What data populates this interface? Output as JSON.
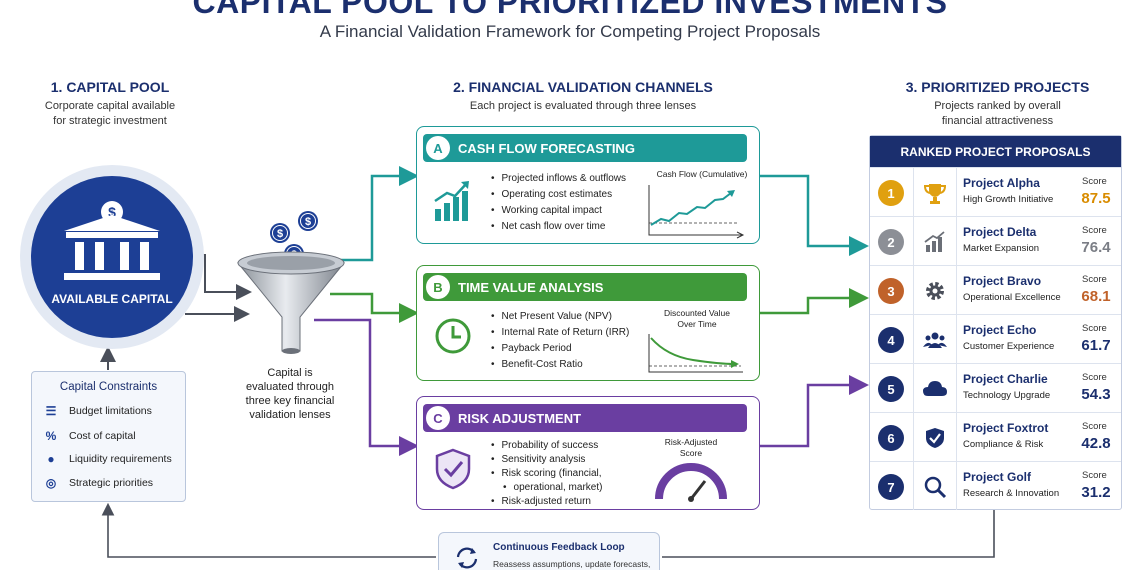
{
  "header": {
    "title": "CAPITAL POOL TO PRIORITIZED INVESTMENTS",
    "subtitle": "A Financial Validation Framework for Competing Project Proposals"
  },
  "pool": {
    "heading": "1. CAPITAL POOL",
    "desc1": "Corporate capital available",
    "desc2": "for strategic investment",
    "circle_label": "AVAILABLE CAPITAL",
    "constraints": {
      "title": "Capital Constraints",
      "items": [
        "Budget limitations",
        "Cost of capital",
        "Liquidity requirements",
        "Strategic priorities"
      ]
    },
    "funnel_caption": [
      "Capital is",
      "evaluated through",
      "three key financial",
      "validation lenses"
    ]
  },
  "channels": {
    "heading": "2. FINANCIAL VALIDATION CHANNELS",
    "desc": "Each project is evaluated through three lenses",
    "cards": [
      {
        "letter": "A",
        "title": "CASH FLOW FORECASTING",
        "color": "#1e9a98",
        "bullets": [
          "Projected inflows & outflows",
          "Operating cost estimates",
          "Working capital impact",
          "Net cash flow over time"
        ],
        "mini_title": "Cash Flow (Cumulative)"
      },
      {
        "letter": "B",
        "title": "TIME VALUE ANALYSIS",
        "color": "#3f9a3a",
        "bullets": [
          "Net Present Value (NPV)",
          "Internal Rate of Return (IRR)",
          "Payback Period",
          "Benefit-Cost Ratio"
        ],
        "mini_title": [
          "Discounted Value",
          "Over Time"
        ]
      },
      {
        "letter": "C",
        "title": "RISK ADJUSTMENT",
        "color": "#6a3ea1",
        "bullets": [
          "Probability of success",
          "Sensitivity analysis",
          "Risk scoring (financial,",
          "operational, market)",
          "Risk-adjusted return"
        ],
        "mini_title": [
          "Risk-Adjusted",
          "Score"
        ]
      }
    ]
  },
  "projects": {
    "heading": "3. PRIORITIZED PROJECTS",
    "desc1": "Projects ranked by overall",
    "desc2": "financial attractiveness",
    "box_title": "RANKED PROJECT PROPOSALS",
    "score_label": "Score",
    "items": [
      {
        "rank": "1",
        "name": "Project Alpha",
        "sub": "High Growth Initiative",
        "score": "87.5",
        "icon": "trophy-icon",
        "rank_color": "#e0a010",
        "score_color": "#d98c00"
      },
      {
        "rank": "2",
        "name": "Project Delta",
        "sub": "Market Expansion",
        "score": "76.4",
        "icon": "bar-chart-icon",
        "rank_color": "#8c8f96",
        "score_color": "#7a7d85"
      },
      {
        "rank": "3",
        "name": "Project Bravo",
        "sub": "Operational Excellence",
        "score": "68.1",
        "icon": "gear-icon",
        "rank_color": "#c0622a",
        "score_color": "#c0622a"
      },
      {
        "rank": "4",
        "name": "Project Echo",
        "sub": "Customer Experience",
        "score": "61.7",
        "icon": "people-icon",
        "rank_color": "#1b2f6e",
        "score_color": "#1b2f6e"
      },
      {
        "rank": "5",
        "name": "Project Charlie",
        "sub": "Technology Upgrade",
        "score": "54.3",
        "icon": "cloud-icon",
        "rank_color": "#1b2f6e",
        "score_color": "#1b2f6e"
      },
      {
        "rank": "6",
        "name": "Project Foxtrot",
        "sub": "Compliance & Risk",
        "score": "42.8",
        "icon": "shield-icon",
        "rank_color": "#1b2f6e",
        "score_color": "#1b2f6e"
      },
      {
        "rank": "7",
        "name": "Project Golf",
        "sub": "Research & Innovation",
        "score": "31.2",
        "icon": "magnifier-icon",
        "rank_color": "#1b2f6e",
        "score_color": "#1b2f6e"
      }
    ]
  },
  "feedback": {
    "title": "Continuous Feedback Loop",
    "sub": "Reassess assumptions, update forecasts,"
  }
}
